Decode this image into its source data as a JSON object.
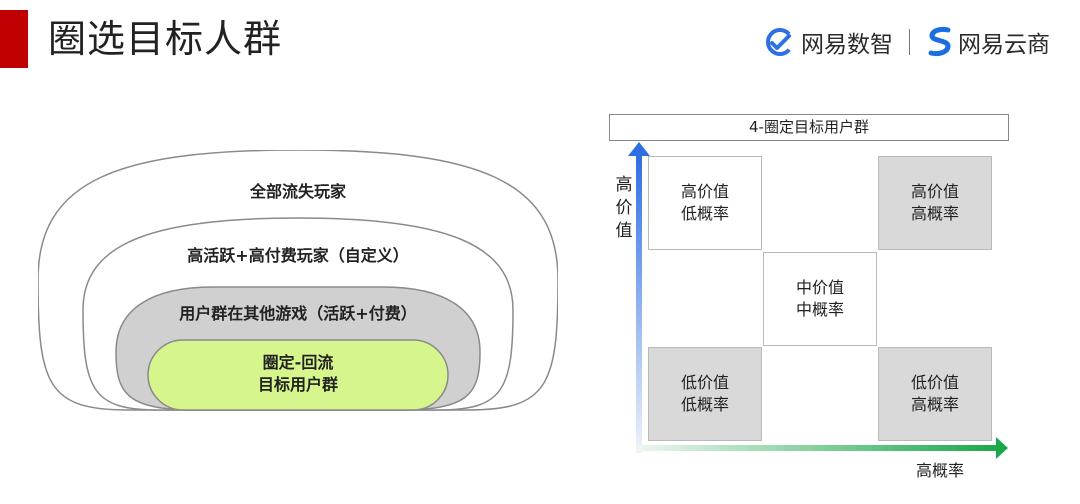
{
  "header": {
    "title": "圈选目标人群",
    "accent_color": "#c00000",
    "logos": [
      {
        "name": "网易数智",
        "icon": "netease-shuzhi-logo-icon",
        "color": "#2f6fe4"
      },
      {
        "name": "网易云商",
        "icon": "netease-yunshang-logo-icon",
        "color": "#1a6fe0"
      }
    ]
  },
  "nested_sets": {
    "outer": "全部流失玩家",
    "second": "高活跃+高付费玩家（自定义）",
    "third": "用户群在其他游戏（活跃+付费）",
    "core_line1": "圈定-回流",
    "core_line2": "目标用户群",
    "core_color": "#d6f58c",
    "gray_color": "#d0d0d0"
  },
  "matrix": {
    "header": "4-圈定目标用户群",
    "y_axis": "高价值",
    "x_axis": "高概率",
    "y_axis_color": "#2f6fe4",
    "x_axis_color": "#1aa84a",
    "cells": {
      "top_left": {
        "line1": "高价值",
        "line2": "低概率"
      },
      "top_right": {
        "line1": "高价值",
        "line2": "高概率"
      },
      "middle": {
        "line1": "中价值",
        "line2": "中概率"
      },
      "bottom_left": {
        "line1": "低价值",
        "line2": "低概率"
      },
      "bottom_right": {
        "line1": "低价值",
        "line2": "高概率"
      }
    }
  }
}
